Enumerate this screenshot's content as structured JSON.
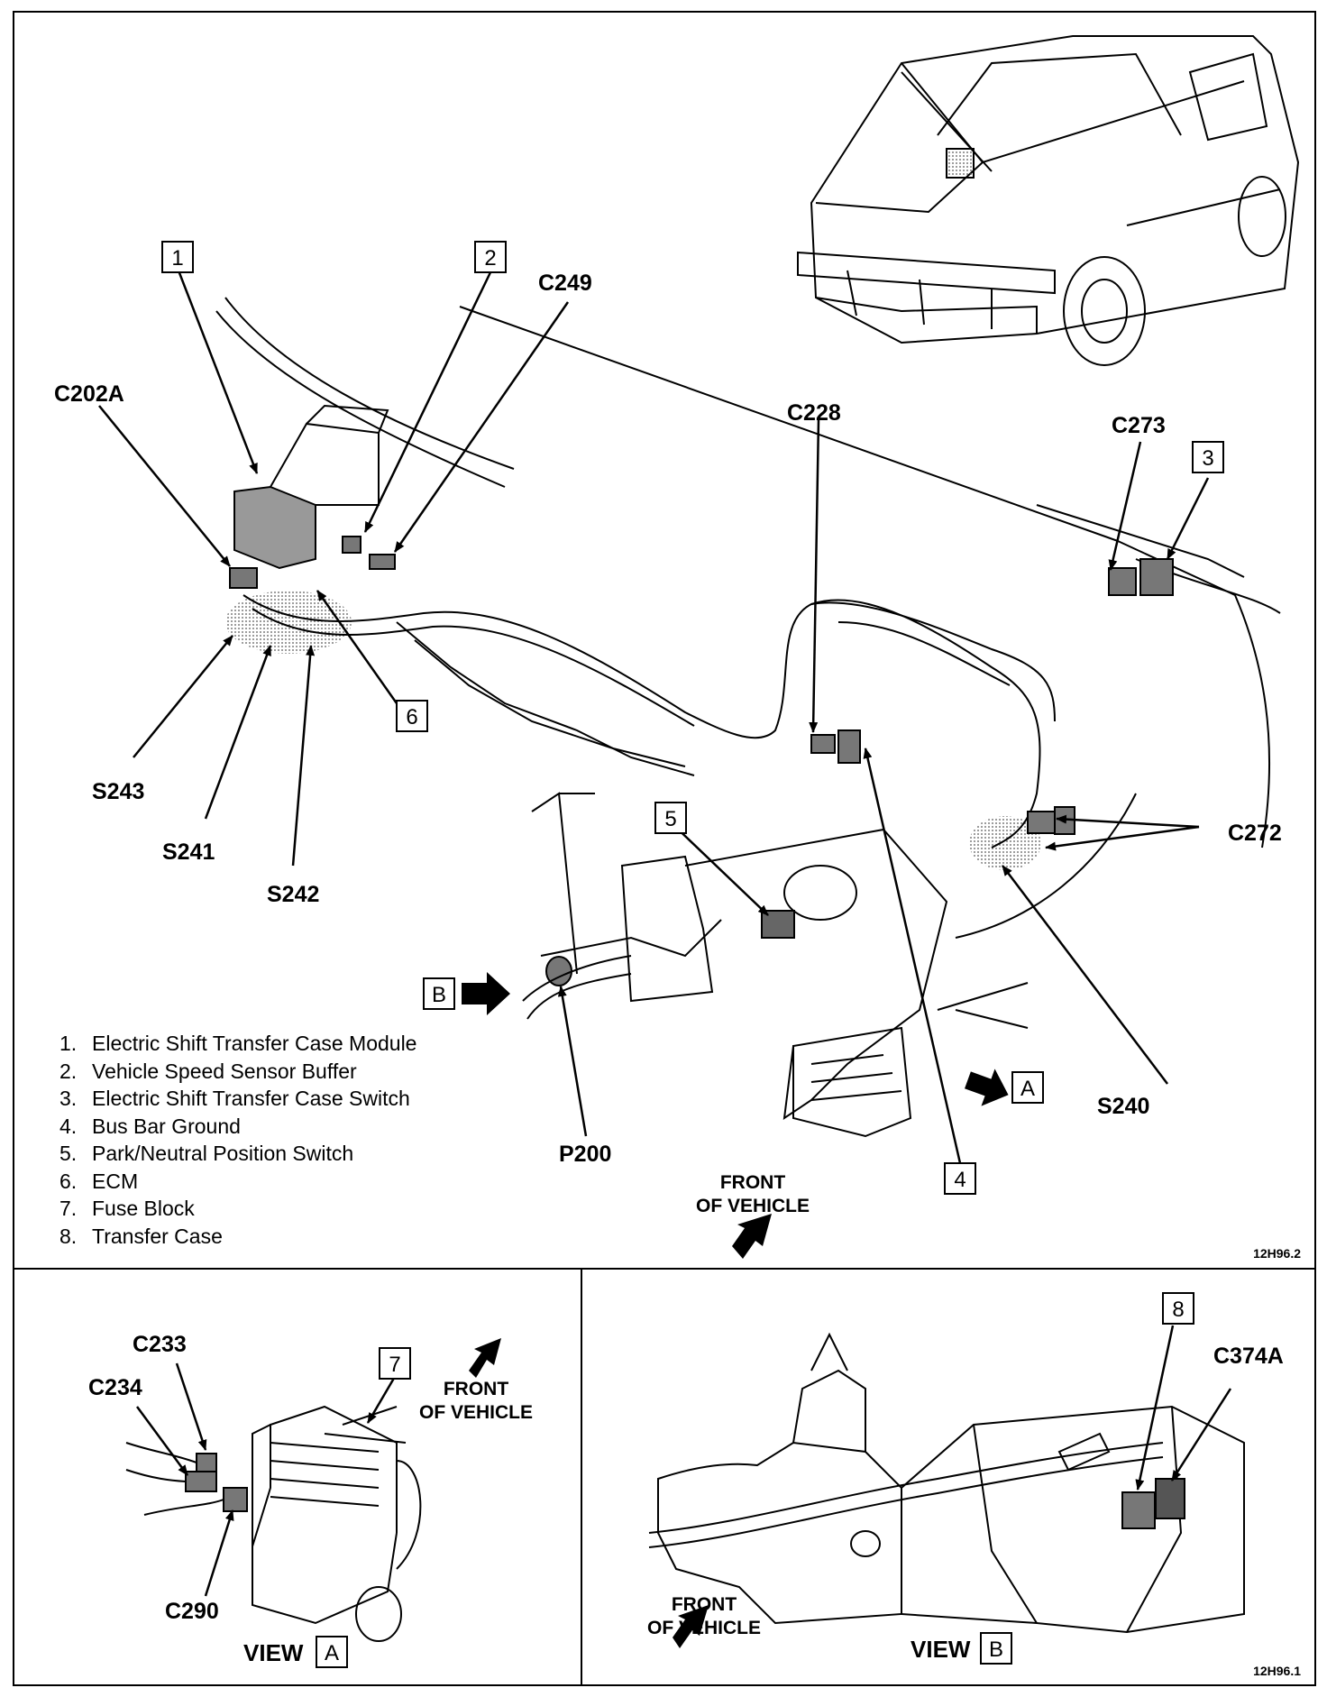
{
  "callouts": {
    "c202a": "C202A",
    "c249": "C249",
    "c228": "C228",
    "c273": "C273",
    "c272": "C272",
    "s243": "S243",
    "s241": "S241",
    "s242": "S242",
    "s240": "S240",
    "p200": "P200",
    "c233": "C233",
    "c234": "C234",
    "c290": "C290",
    "c374a": "C374A"
  },
  "boxes": {
    "b1": "1",
    "b2": "2",
    "b3": "3",
    "b4": "4",
    "b5": "5",
    "b6": "6",
    "b7": "7",
    "b8": "8",
    "bA": "A",
    "bB": "B",
    "viewA": "A",
    "viewB": "B"
  },
  "front_of_vehicle": {
    "line1": "FRONT",
    "line2": "OF VEHICLE"
  },
  "legend": [
    {
      "num": "1.",
      "label": "Electric Shift Transfer Case Module"
    },
    {
      "num": "2.",
      "label": "Vehicle Speed Sensor Buffer"
    },
    {
      "num": "3.",
      "label": "Electric Shift Transfer Case Switch"
    },
    {
      "num": "4.",
      "label": "Bus Bar Ground"
    },
    {
      "num": "5.",
      "label": "Park/Neutral Position Switch"
    },
    {
      "num": "6.",
      "label": "ECM"
    },
    {
      "num": "7.",
      "label": "Fuse Block"
    },
    {
      "num": "8.",
      "label": "Transfer Case"
    }
  ],
  "view_label": "VIEW",
  "figure_ids": {
    "main": "12H96.2",
    "view_b": "12H96.1"
  }
}
